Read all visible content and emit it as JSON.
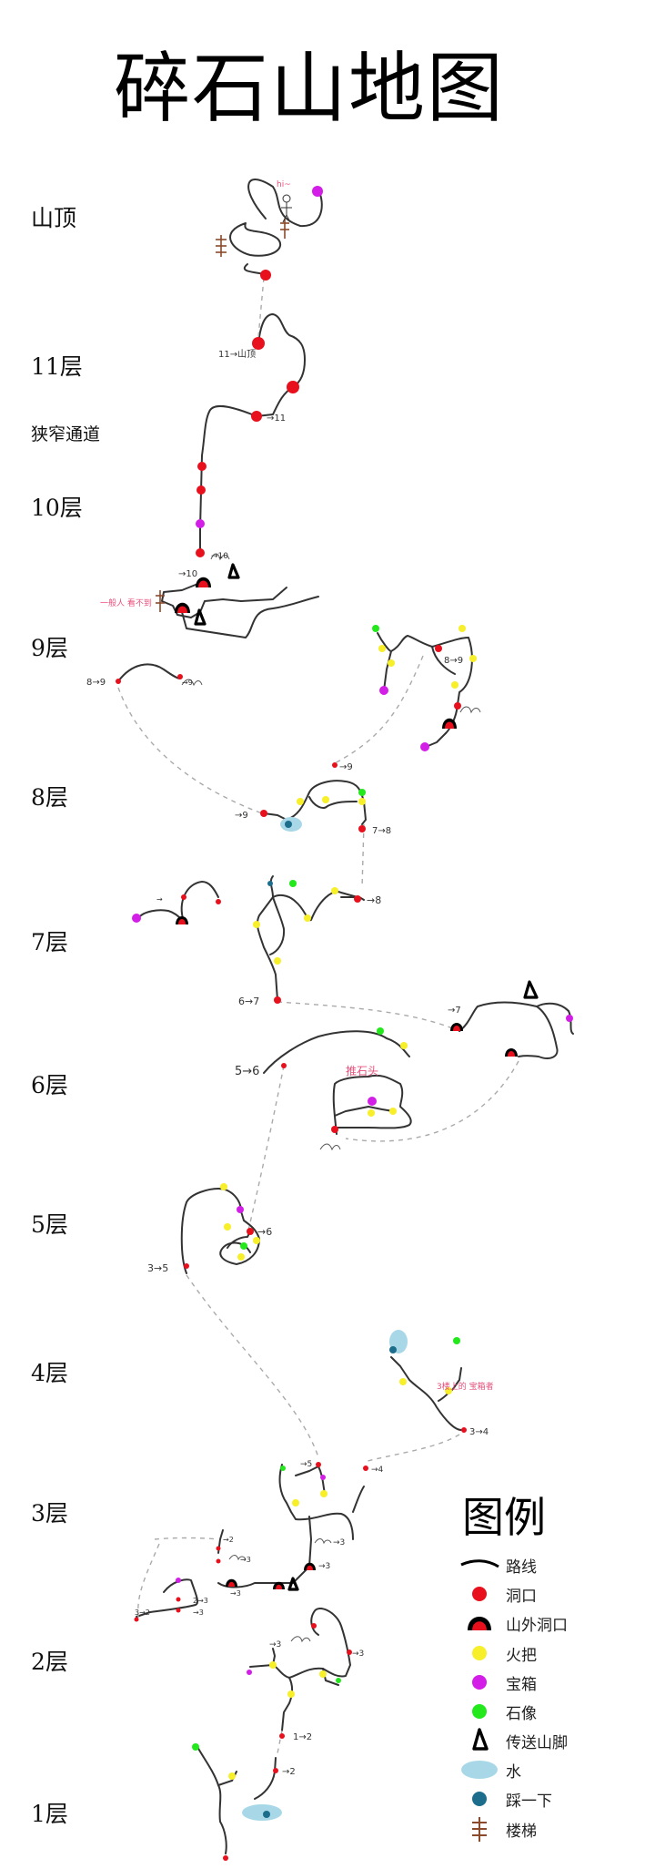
{
  "title": "碎石山地图",
  "floors": {
    "summit": "山顶",
    "f11": "11层",
    "narrow": "狭窄通道",
    "f10": "10层",
    "f9": "9层",
    "f8": "8层",
    "f7": "7层",
    "f6": "6层",
    "f5": "5层",
    "f4": "4层",
    "f3": "3层",
    "f2": "2层",
    "f1": "1层"
  },
  "map_labels": {
    "summit_note": "hi~",
    "l11_to_top": "11→山顶",
    "to11": "→11",
    "to10_a": "→10",
    "to10_b": "→10",
    "note_9": "一般人 看不到",
    "l8_9_left": "8→9",
    "l8_9_right": "8→9",
    "to9_a": "→9",
    "to9_b": "→9",
    "l7_8_a": "7→8",
    "to8": "→8",
    "to_m": "→",
    "l6_7_a": "6→7",
    "to7": "→7",
    "l5_6": "5→6",
    "push_stone": "推石头",
    "to6": "→6",
    "l3_5": "3→5",
    "note_4": "3楼上的 宝箱者",
    "l3_4": "3→4",
    "to5": "→5",
    "to4": "→4",
    "to3_a": "→3",
    "to3_b": "→3",
    "to2": "→2",
    "to3_c": "→3",
    "to3_d": "→3",
    "to3_e": "→3",
    "l3_2": "3→2",
    "l2_3": "2→3",
    "to3_f": "→3",
    "to3_g": "→3",
    "l1_2": "1→2",
    "to2_b": "→2"
  },
  "legend": {
    "title": "图例",
    "items": [
      {
        "label": "路线",
        "icon": "path-line-icon",
        "color": "#000000"
      },
      {
        "label": "洞口",
        "icon": "cave-icon",
        "color": "#e8101c"
      },
      {
        "label": "山外洞口",
        "icon": "outer-cave-icon",
        "color": "#e8101c"
      },
      {
        "label": "火把",
        "icon": "torch-icon",
        "color": "#f7ef2a"
      },
      {
        "label": "宝箱",
        "icon": "treasure-icon",
        "color": "#d21ee6"
      },
      {
        "label": "石像",
        "icon": "statue-icon",
        "color": "#22e81c"
      },
      {
        "label": "传送山脚",
        "icon": "teleport-icon",
        "color": "#000000"
      },
      {
        "label": "水",
        "icon": "water-icon",
        "color": "#a8d8e8"
      },
      {
        "label": "踩一下",
        "icon": "switch-icon",
        "color": "#1c6e8c"
      },
      {
        "label": "楼梯",
        "icon": "ladder-icon",
        "color": "#8b4a2a"
      }
    ]
  },
  "colors": {
    "cave": "#e8101c",
    "torch": "#f7ef2a",
    "treasure": "#d21ee6",
    "statue": "#22e81c",
    "water": "#a8d8e8",
    "switch": "#1c6e8c",
    "ladder": "#8b4a2a",
    "note": "#e8507c"
  }
}
